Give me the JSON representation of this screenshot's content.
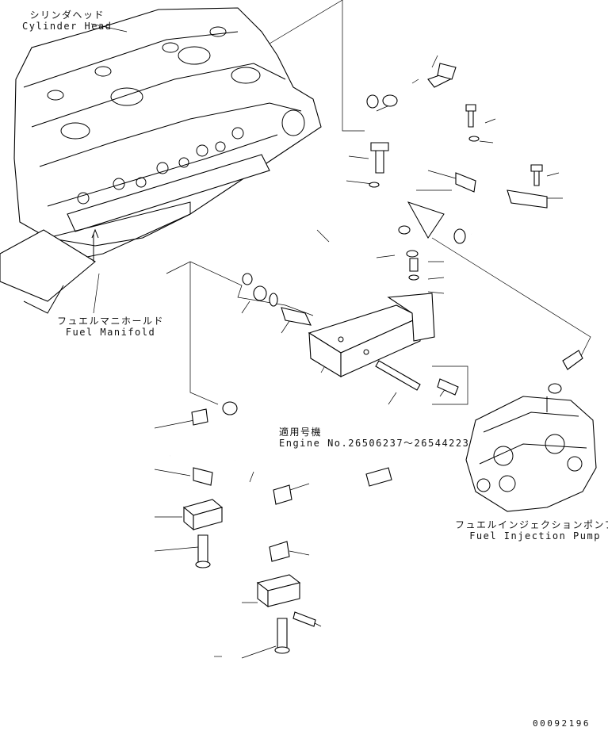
{
  "labels": {
    "cylinder_head_jp": "シリンダヘッド",
    "cylinder_head_en": "Cylinder Head",
    "fuel_manifold_jp": "フュエルマニホールド",
    "fuel_manifold_en": "Fuel Manifold",
    "serial_jp": "適用号機",
    "serial_en": "Engine No.26506237～26544223",
    "pump_jp": "フュエルインジェクションポンプ",
    "pump_en": "Fuel Injection Pump",
    "drawing_code": "00092196"
  }
}
